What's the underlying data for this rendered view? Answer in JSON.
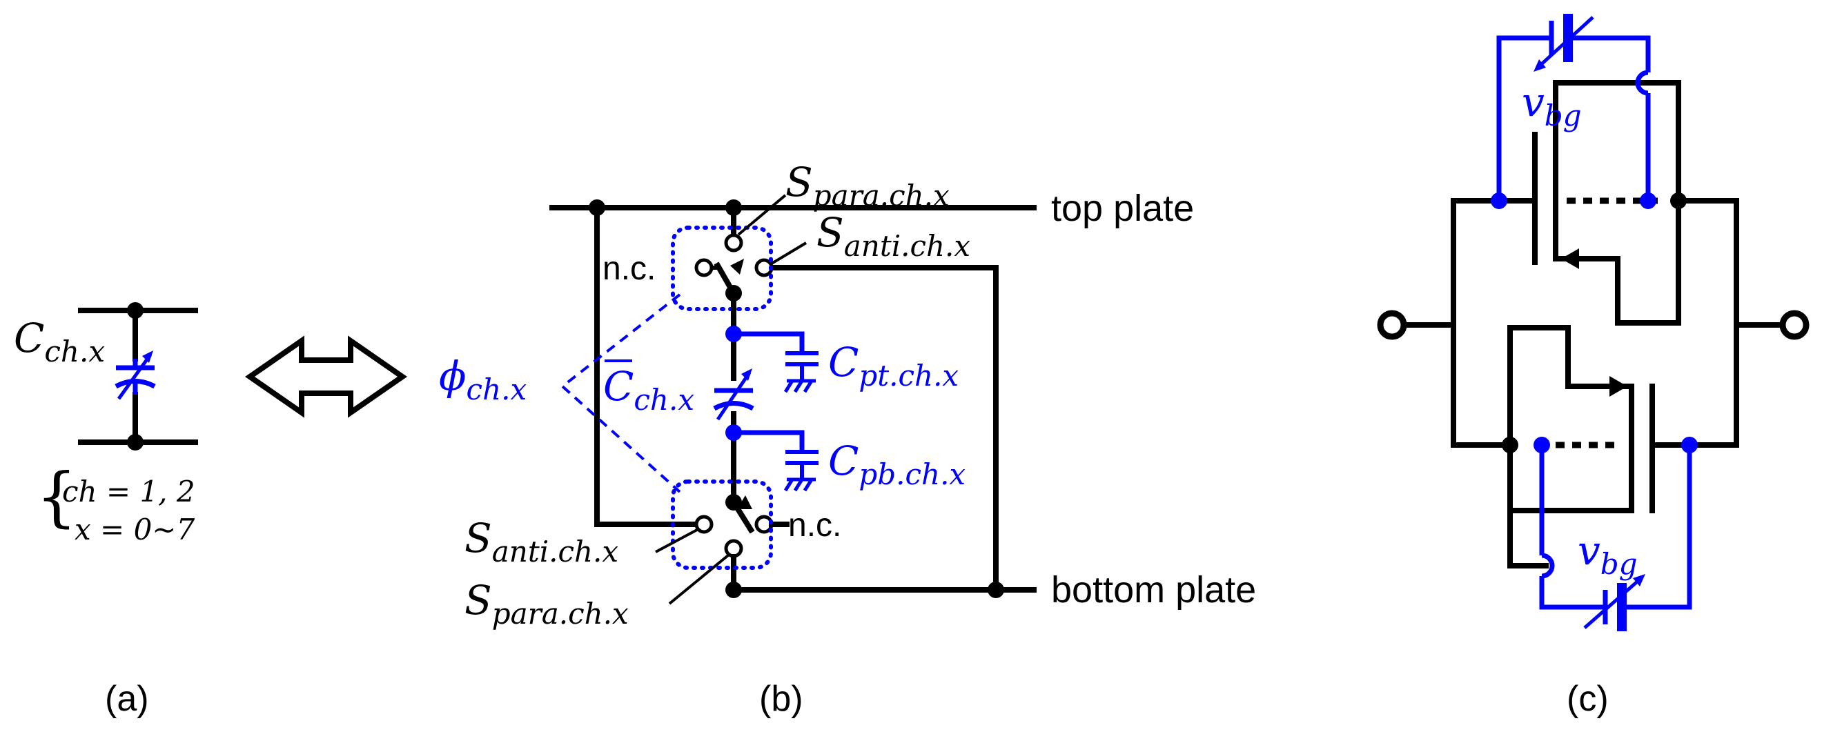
{
  "panel_a": {
    "cap_label": "C",
    "cap_sub": "ch.x",
    "cond1": "ch = 1, 2",
    "cond2": "x = 0~7",
    "caption": "(a)"
  },
  "panel_b": {
    "top_plate": "top plate",
    "bottom_plate": "bottom plate",
    "s_para_top": "S",
    "s_para_top_sub": "para.ch.x",
    "s_anti_top": "S",
    "s_anti_top_sub": "anti.ch.x",
    "nc_top": "n.c.",
    "nc_bottom": "n.c.",
    "phi": "ϕ",
    "phi_sub": "ch.x",
    "cbar": "C",
    "cbar_sub": "ch.x",
    "cpt": "C",
    "cpt_sub": "pt.ch.x",
    "cpb": "C",
    "cpb_sub": "pb.ch.x",
    "s_anti_bot": "S",
    "s_anti_bot_sub": "anti.ch.x",
    "s_para_bot": "S",
    "s_para_bot_sub": "para.ch.x",
    "caption": "(b)"
  },
  "panel_c": {
    "vbg_top": "v",
    "vbg_top_sub": "bg",
    "vbg_bot": "v",
    "vbg_bot_sub": "bg",
    "caption": "(c)"
  },
  "colors": {
    "wire": "#000000",
    "accent": "#0000ff"
  }
}
